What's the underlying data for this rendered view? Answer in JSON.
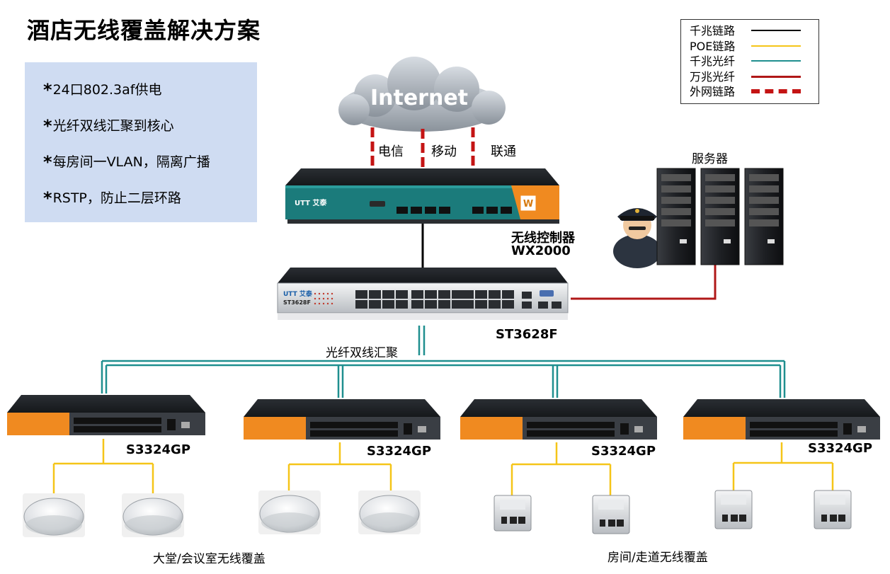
{
  "title": "酒店无线覆盖解决方案",
  "features": [
    "24口802.3af供电",
    "光纤双线汇聚到核心",
    "每房间一VLAN，隔离广播",
    "RSTP，防止二层环路"
  ],
  "legend": [
    {
      "label": "千兆链路",
      "color": "#000000",
      "style": "solid"
    },
    {
      "label": "POE链路",
      "color": "#f5c518",
      "style": "solid"
    },
    {
      "label": "千兆光纤",
      "color": "#1f8f8f",
      "style": "solid"
    },
    {
      "label": "万兆光纤",
      "color": "#b01818",
      "style": "solid"
    },
    {
      "label": "外网链路",
      "color": "#c41414",
      "style": "dashed"
    }
  ],
  "internet": {
    "label": "Internet",
    "isps": [
      "电信",
      "移动",
      "联通"
    ]
  },
  "controller": {
    "name": "无线控制器",
    "model": "WX2000"
  },
  "core_switch": {
    "model": "ST3628F"
  },
  "servers_label": "服务器",
  "aggregation_label": "光纤双线汇聚",
  "access_switches": [
    {
      "model": "S3324GP"
    },
    {
      "model": "S3324GP"
    },
    {
      "model": "S3324GP"
    },
    {
      "model": "S3324GP"
    }
  ],
  "coverage": {
    "lobby": "大堂/会议室无线覆盖",
    "rooms": "房间/走道无线覆盖"
  },
  "brand": "UTT 艾泰"
}
